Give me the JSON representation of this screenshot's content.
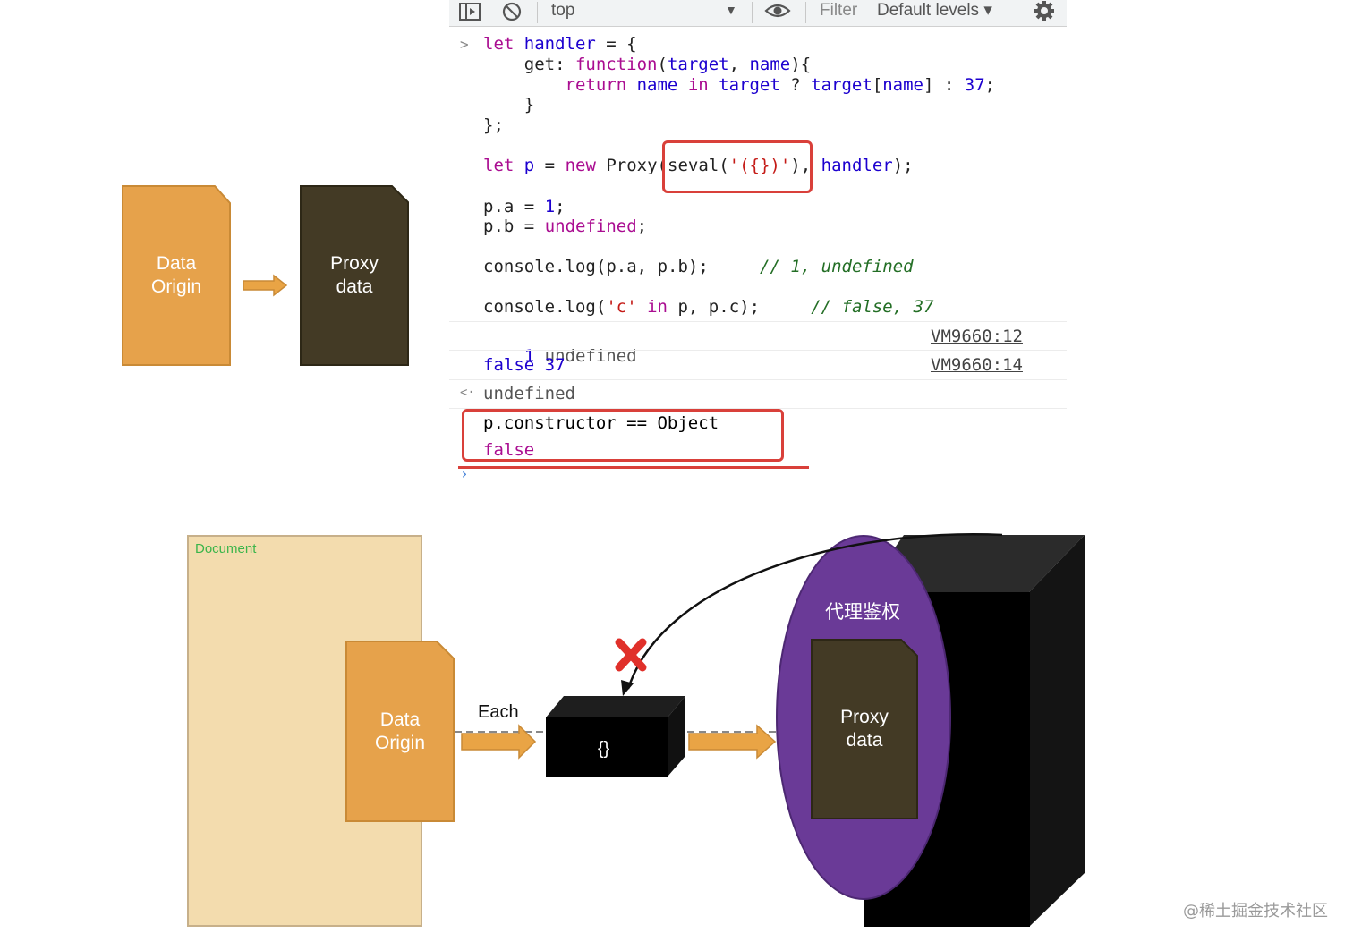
{
  "top_diagram": {
    "origin_label": "Data\nOrigin",
    "proxy_label": "Proxy\ndata"
  },
  "console": {
    "toolbar": {
      "context": "top",
      "filter_placeholder": "Filter",
      "levels": "Default levels ▾"
    },
    "code_lines": [
      "let handler = {",
      "    get: function(target, name){",
      "        return name in target ? target[name] : 37;",
      "    }",
      "};",
      "let p = new Proxy(seval('({})'), handler);",
      "p.a = 1;",
      "p.b = undefined;",
      "console.log(p.a, p.b);     // 1, undefined",
      "console.log('c' in p, p.c);     // false, 37"
    ],
    "log_1_value": "1",
    "log_1_rest": "undefined",
    "log_1_source": "VM9660:12",
    "log_2_value": "false 37",
    "log_2_source": "VM9660:14",
    "return_value": "undefined",
    "expr": "p.constructor == Object",
    "expr_result": "false"
  },
  "bottom_diagram": {
    "document_label": "Document",
    "origin_label": "Data\nOrigin",
    "each_label": "Each",
    "box_label": "{}",
    "auth_label": "代理鉴权",
    "proxy_label": "Proxy\ndata"
  },
  "watermark": "@稀土掘金技术社区",
  "colors": {
    "origin": "#e6a24b",
    "proxy": "#433a25",
    "document": "#f3dcae",
    "auth_oval": "#6a3a97",
    "highlight": "#d9403a",
    "arrow": "#e9a445"
  }
}
